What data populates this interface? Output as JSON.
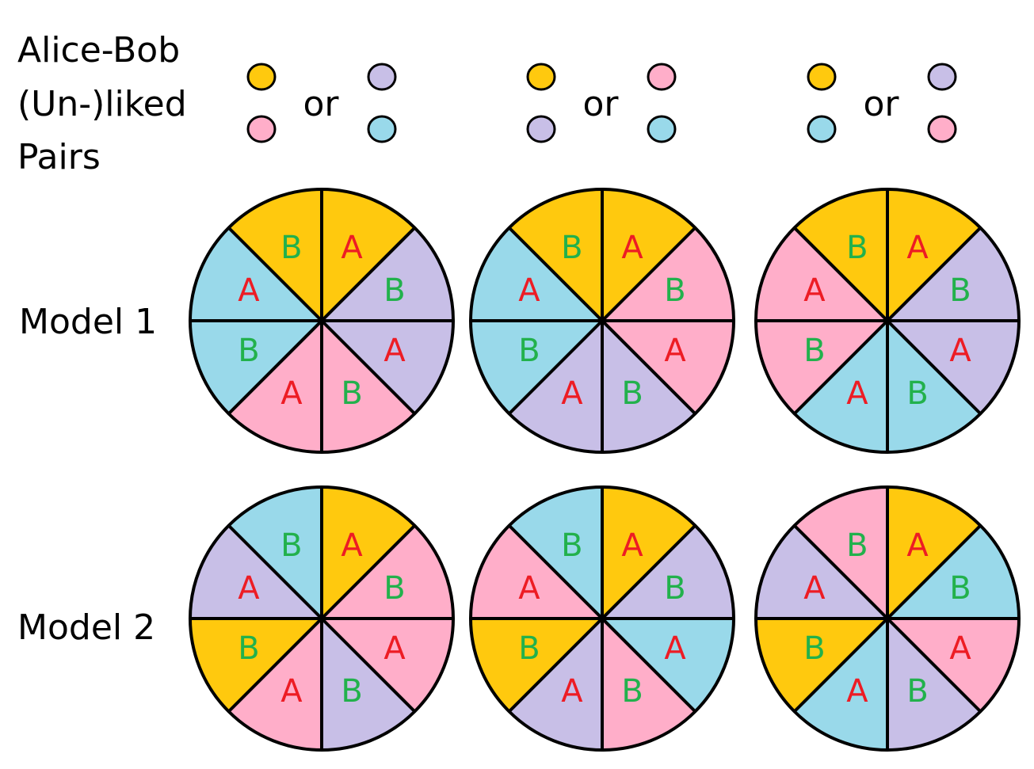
{
  "header": {
    "lines": [
      "Alice-Bob",
      "(Un-)liked",
      "Pairs"
    ]
  },
  "or_label": "or",
  "colors": {
    "yellow": "#ffc90e",
    "purple": "#c8bfe7",
    "pink": "#ffaec9",
    "cyan": "#99d9ea",
    "letter_a": "#ed1c24",
    "letter_b": "#22b14c",
    "outline": "#000000"
  },
  "pairings": [
    {
      "left": [
        "yellow",
        "pink"
      ],
      "right": [
        "purple",
        "cyan"
      ]
    },
    {
      "left": [
        "yellow",
        "purple"
      ],
      "right": [
        "pink",
        "cyan"
      ]
    },
    {
      "left": [
        "yellow",
        "cyan"
      ],
      "right": [
        "purple",
        "pink"
      ]
    }
  ],
  "models": [
    {
      "label": "Model 1",
      "wheels": [
        {
          "segments": [
            {
              "color": "yellow",
              "letter": "A"
            },
            {
              "color": "purple",
              "letter": "B"
            },
            {
              "color": "purple",
              "letter": "A"
            },
            {
              "color": "pink",
              "letter": "B"
            },
            {
              "color": "pink",
              "letter": "A"
            },
            {
              "color": "cyan",
              "letter": "B"
            },
            {
              "color": "cyan",
              "letter": "A"
            },
            {
              "color": "yellow",
              "letter": "B"
            }
          ]
        },
        {
          "segments": [
            {
              "color": "yellow",
              "letter": "A"
            },
            {
              "color": "pink",
              "letter": "B"
            },
            {
              "color": "pink",
              "letter": "A"
            },
            {
              "color": "purple",
              "letter": "B"
            },
            {
              "color": "purple",
              "letter": "A"
            },
            {
              "color": "cyan",
              "letter": "B"
            },
            {
              "color": "cyan",
              "letter": "A"
            },
            {
              "color": "yellow",
              "letter": "B"
            }
          ]
        },
        {
          "segments": [
            {
              "color": "yellow",
              "letter": "A"
            },
            {
              "color": "purple",
              "letter": "B"
            },
            {
              "color": "purple",
              "letter": "A"
            },
            {
              "color": "cyan",
              "letter": "B"
            },
            {
              "color": "cyan",
              "letter": "A"
            },
            {
              "color": "pink",
              "letter": "B"
            },
            {
              "color": "pink",
              "letter": "A"
            },
            {
              "color": "yellow",
              "letter": "B"
            }
          ]
        }
      ]
    },
    {
      "label": "Model 2",
      "wheels": [
        {
          "segments": [
            {
              "color": "yellow",
              "letter": "A"
            },
            {
              "color": "pink",
              "letter": "B"
            },
            {
              "color": "pink",
              "letter": "A"
            },
            {
              "color": "purple",
              "letter": "B"
            },
            {
              "color": "pink",
              "letter": "A"
            },
            {
              "color": "yellow",
              "letter": "B"
            },
            {
              "color": "purple",
              "letter": "A"
            },
            {
              "color": "cyan",
              "letter": "B"
            }
          ]
        },
        {
          "segments": [
            {
              "color": "yellow",
              "letter": "A"
            },
            {
              "color": "purple",
              "letter": "B"
            },
            {
              "color": "cyan",
              "letter": "A"
            },
            {
              "color": "pink",
              "letter": "B"
            },
            {
              "color": "purple",
              "letter": "A"
            },
            {
              "color": "yellow",
              "letter": "B"
            },
            {
              "color": "pink",
              "letter": "A"
            },
            {
              "color": "cyan",
              "letter": "B"
            }
          ]
        },
        {
          "segments": [
            {
              "color": "yellow",
              "letter": "A"
            },
            {
              "color": "cyan",
              "letter": "B"
            },
            {
              "color": "pink",
              "letter": "A"
            },
            {
              "color": "purple",
              "letter": "B"
            },
            {
              "color": "cyan",
              "letter": "A"
            },
            {
              "color": "yellow",
              "letter": "B"
            },
            {
              "color": "purple",
              "letter": "A"
            },
            {
              "color": "pink",
              "letter": "B"
            }
          ]
        }
      ]
    }
  ]
}
